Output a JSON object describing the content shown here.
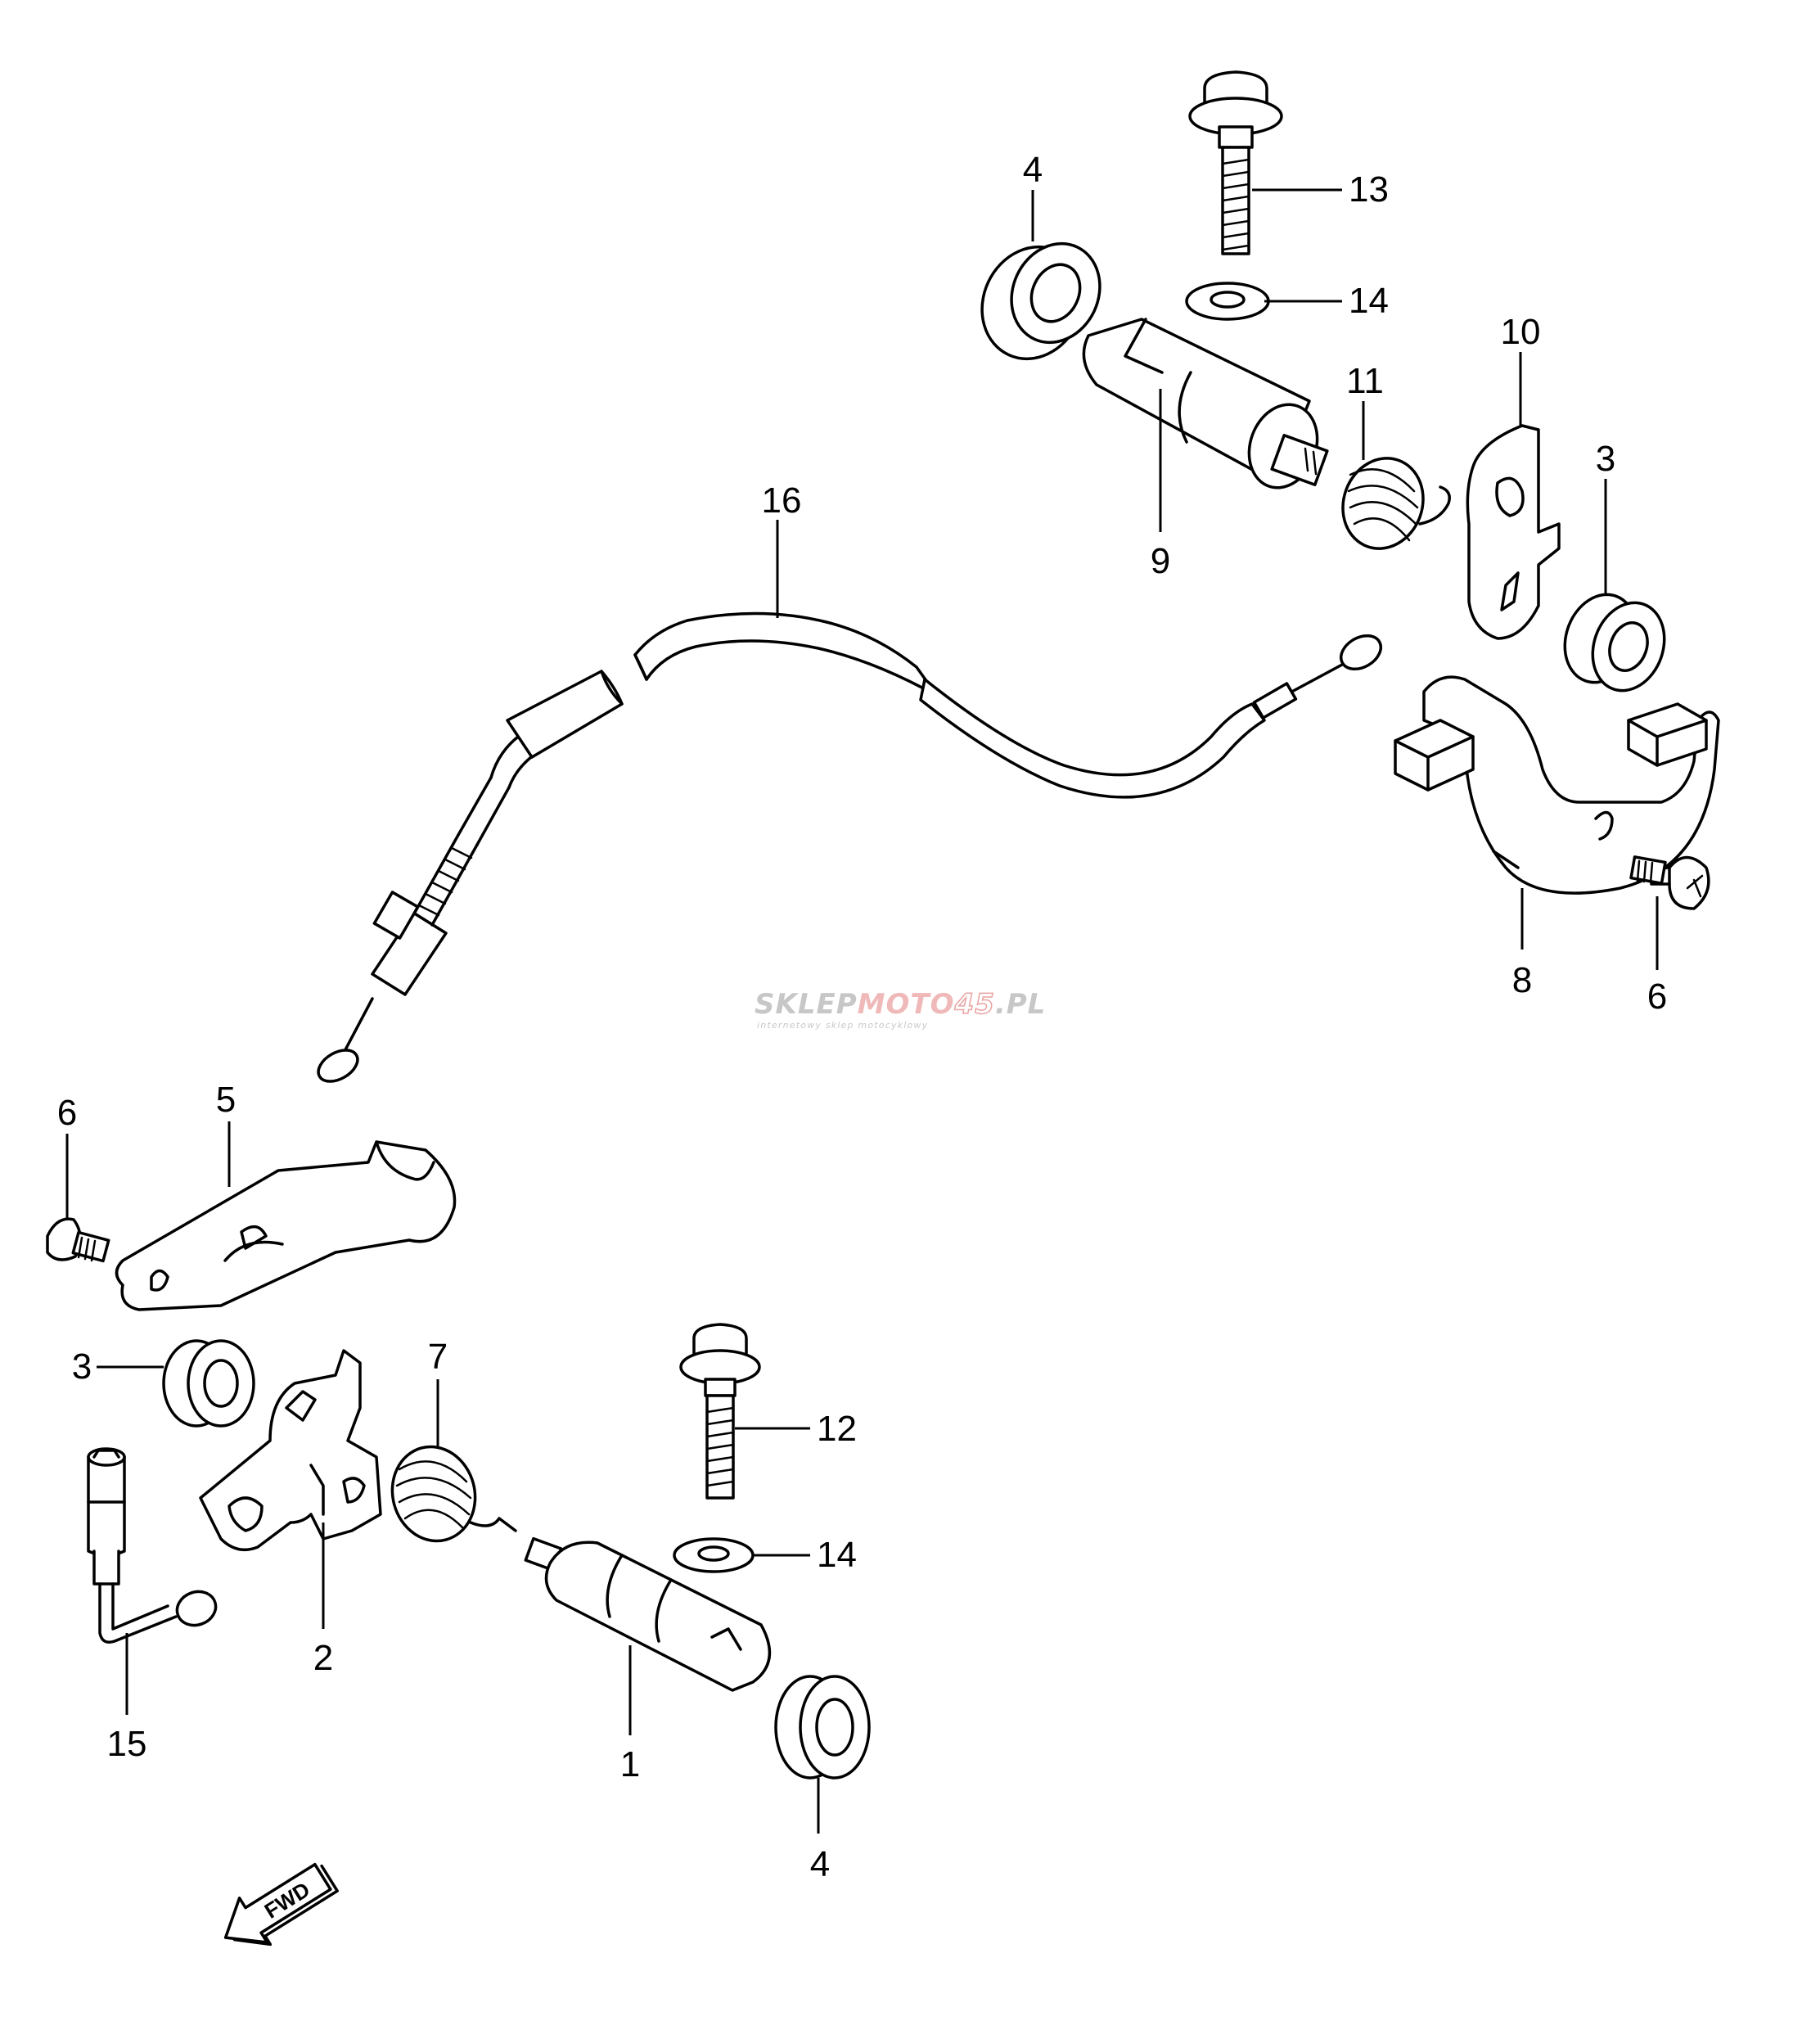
{
  "diagram": {
    "callouts": [
      {
        "id": "c1",
        "label": "1"
      },
      {
        "id": "c2",
        "label": "2"
      },
      {
        "id": "c3a",
        "label": "3"
      },
      {
        "id": "c3b",
        "label": "3"
      },
      {
        "id": "c4a",
        "label": "4"
      },
      {
        "id": "c4b",
        "label": "4"
      },
      {
        "id": "c5",
        "label": "5"
      },
      {
        "id": "c6a",
        "label": "6"
      },
      {
        "id": "c6b",
        "label": "6"
      },
      {
        "id": "c7",
        "label": "7"
      },
      {
        "id": "c8",
        "label": "8"
      },
      {
        "id": "c9",
        "label": "9"
      },
      {
        "id": "c10",
        "label": "10"
      },
      {
        "id": "c11",
        "label": "11"
      },
      {
        "id": "c12",
        "label": "12"
      },
      {
        "id": "c13",
        "label": "13"
      },
      {
        "id": "c14a",
        "label": "14"
      },
      {
        "id": "c14b",
        "label": "14"
      },
      {
        "id": "c15",
        "label": "15"
      },
      {
        "id": "c16",
        "label": "16"
      }
    ],
    "direction_marker": {
      "label": "FWD",
      "icon": "forward-arrow-icon"
    }
  },
  "watermark": {
    "brand_part1": "SKLEP",
    "brand_part2": "MOTO",
    "brand_part3": "45",
    "brand_part4": ".PL",
    "tagline": "internetowy sklep motocyklowy",
    "colors": {
      "gray": "#c7c7c7",
      "red": "#f0b9b9",
      "red_fill": "#e9a3a3"
    }
  },
  "colors": {
    "background": "#ffffff",
    "ink": "#000000"
  }
}
